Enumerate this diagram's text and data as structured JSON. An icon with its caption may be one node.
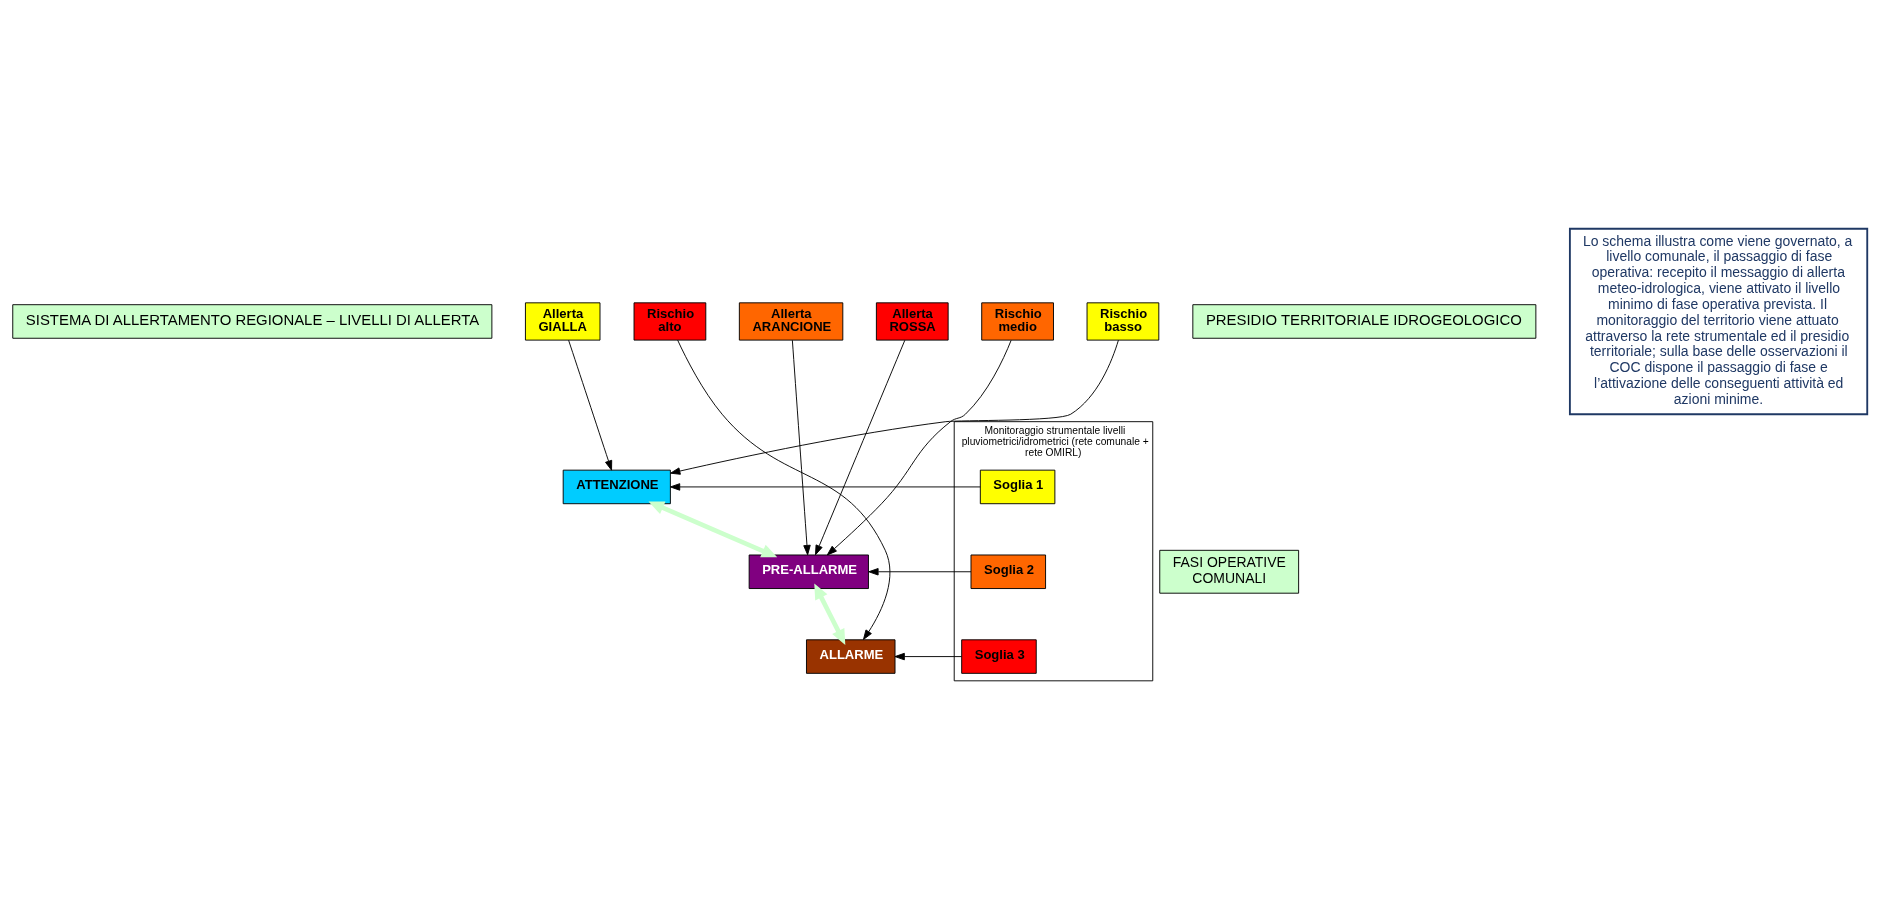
{
  "diagram": {
    "nodes": [
      {
        "text": [
          "SISTEMA DI ALLERTAMENTO REGIONALE – LIVELLI DI ALLERTA"
        ]
      },
      {
        "text": [
          "Allerta GIALLA"
        ]
      },
      {
        "text": [
          "Allerta ARANCIONE"
        ]
      },
      {
        "text": [
          "Allerta ROSSA"
        ]
      },
      {
        "text": [
          "Monitoraggio strumentale livelli pluviometrici/idrometrici (rete comunale + rete OMIRL)"
        ]
      },
      {
        "text": [
          "Soglia 1"
        ],
        "in": 4
      },
      {
        "text": [
          "Soglia 2"
        ],
        "in": 4
      },
      {
        "text": [
          "Soglia 3"
        ],
        "in": 4
      },
      {
        "text": [
          "ATTENZIONE"
        ]
      },
      {
        "text": [
          "PRE-ALLARME"
        ]
      },
      {
        "text": [
          "ALLARME"
        ]
      },
      {
        "text": [
          "FASI OPERATIVE COMUNALI"
        ]
      },
      {
        "text": [
          "Rischio basso"
        ]
      },
      {
        "text": [
          "Rischio medio"
        ]
      },
      {
        "text": [
          "Rischio alto"
        ]
      },
      {
        "text": [
          "PRESIDIO TERRITORIALE IDROGEOLOGICO"
        ]
      },
      {
        "text": [
          "Lo schema illustra come viene governato, a livello comunale, il passaggio di fase operativa: recepito il messaggio di allerta meteo-idrologica, viene attivato il livello minimo di fase operativa prevista. Il monitoraggio del territorio viene attuato attraverso la rete strumentale ed il presidio territoriale; sulla base delle osservazioni il COC dispone il passaggio di fase e l’attivazione delle conseguenti attività ed azioni minime."
        ]
      }
    ],
    "edges": [
      {
        "from": 1,
        "to": 8,
        "arrow": "to"
      },
      {
        "from": 2,
        "to": 9,
        "arrow": "to"
      },
      {
        "from": 3,
        "to": 9,
        "arrow": "to"
      },
      {
        "from": 5,
        "to": 8,
        "arrow": "to"
      },
      {
        "from": 6,
        "to": 9,
        "arrow": "to"
      },
      {
        "from": 7,
        "to": 10,
        "arrow": "to"
      },
      {
        "from": 8,
        "to": 9,
        "arrow": "both",
        "style": "thick",
        "color": "#ccffcc"
      },
      {
        "from": 9,
        "to": 10,
        "arrow": "both",
        "style": "thick",
        "color": "#ccffcc"
      },
      {
        "from": 12,
        "to": 8,
        "arrow": "to"
      },
      {
        "from": 13,
        "to": 9,
        "arrow": "to"
      },
      {
        "from": 14,
        "to": 10,
        "arrow": "to"
      }
    ]
  }
}
